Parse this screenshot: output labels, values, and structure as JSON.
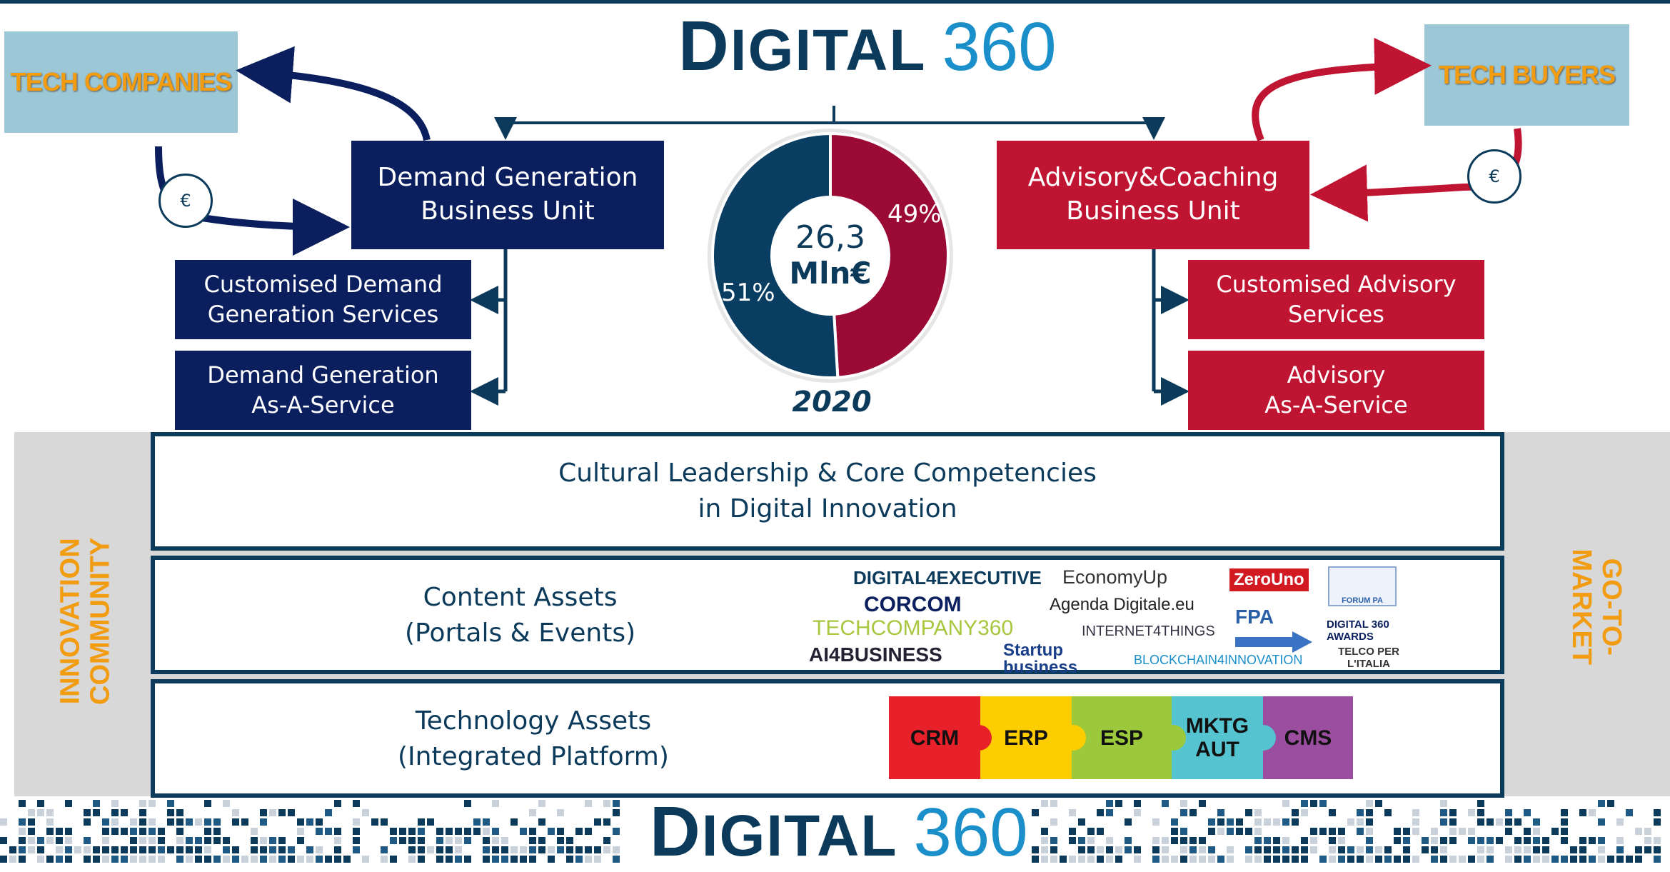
{
  "header": {
    "logo_word": "Digital",
    "logo_number": "360"
  },
  "corners": {
    "left": "TECH COMPANIES",
    "right": "TECH BUYERS"
  },
  "currency_symbol": "€",
  "left_unit": {
    "title": "Demand Generation\nBusiness Unit",
    "services": [
      "Customised Demand\nGeneration Services",
      "Demand Generation\nAs-A-Service"
    ]
  },
  "right_unit": {
    "title": "Advisory&Coaching\nBusiness Unit",
    "services": [
      "Customised Advisory\nServices",
      "Advisory\nAs-A-Service"
    ]
  },
  "revenue": {
    "value": "26,3",
    "unit": "Mln€",
    "year": "2020",
    "left_pct_label": "51%",
    "right_pct_label": "49%"
  },
  "chart_data": {
    "type": "pie",
    "categories": [
      "Demand Generation Business Unit",
      "Advisory&Coaching Business Unit"
    ],
    "values": [
      51,
      49
    ],
    "colors": [
      "#0a3d62",
      "#9b0a35"
    ]
  },
  "side_labels": {
    "left": "INNOVATION\nCOMMUNITY",
    "right": "GO-TO-MARKET"
  },
  "layers": {
    "culture": "Cultural Leadership & Core Competencies\nin Digital Innovation",
    "content": "Content Assets\n(Portals & Events)",
    "technology": "Technology Assets\n(Integrated Platform)"
  },
  "content_brands": {
    "digital4executive": "DIGITAL4EXECUTIVE",
    "economyup": "EconomyUp",
    "zerouno": "ZeroUno",
    "forumpa": "FORUM PA",
    "corcom": "CORCOM",
    "agenda": "Agenda Digitale.eu",
    "techcompany": "TECHCOMPANY360",
    "internet4things": "INTERNET4THINGS",
    "fpa": "FPA",
    "digital360awards": "DIGITAL 360 AWARDS",
    "ai4business": "AI4BUSINESS",
    "startup": "Startup business",
    "blockchain": "BLOCKCHAIN4INNOVATION",
    "telco": "TELCO PER L'ITALIA"
  },
  "platform_modules": [
    {
      "label": "CRM",
      "color": "#e8202a"
    },
    {
      "label": "ERP",
      "color": "#fecd00"
    },
    {
      "label": "ESP",
      "color": "#9cc93c"
    },
    {
      "label": "MKTG\nAUT",
      "color": "#55c3d0"
    },
    {
      "label": "CMS",
      "color": "#9b4da0"
    }
  ]
}
